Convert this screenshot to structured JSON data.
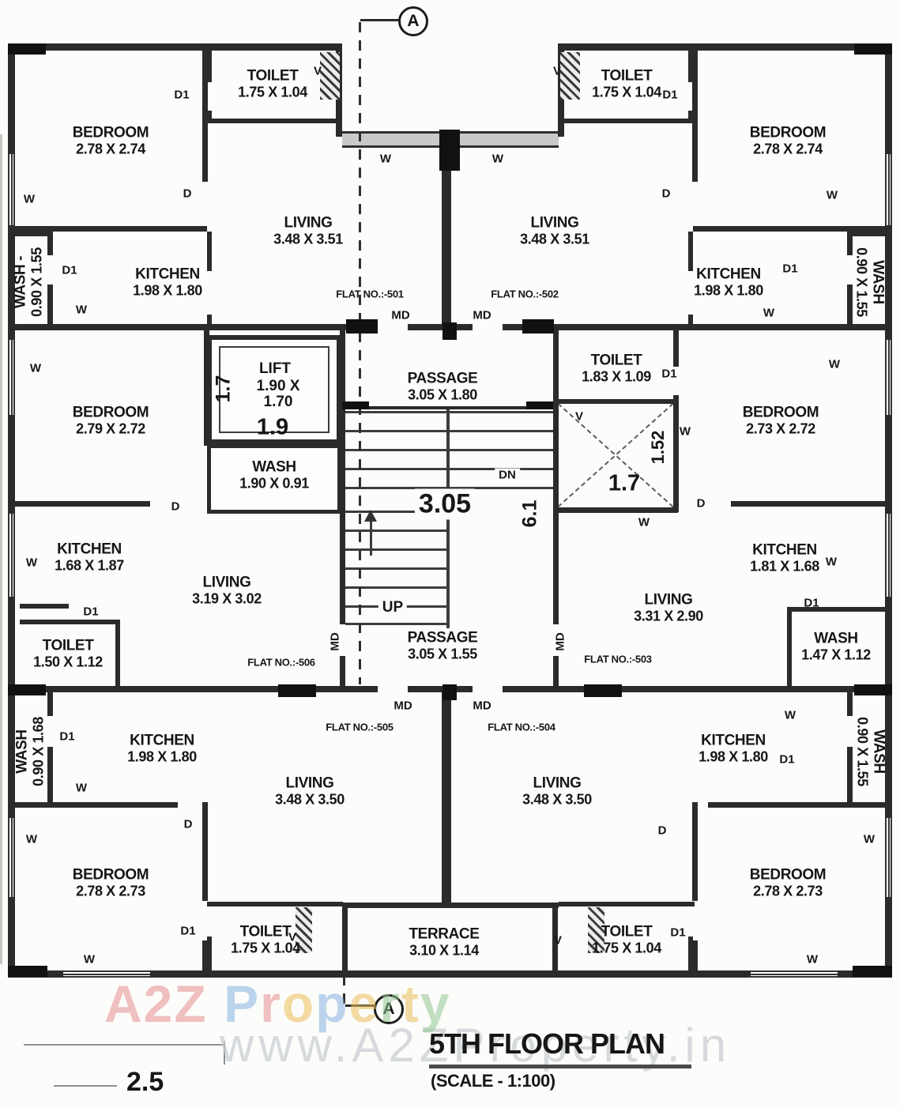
{
  "title_block": {
    "title": "5TH FLOOR PLAN",
    "scale": "(SCALE - 1:100)"
  },
  "section_marker": "A",
  "dimension_bottom_left": "2.5",
  "watermark": {
    "url": "www.A2ZProperty.in",
    "brand_letters": [
      {
        "ch": "A",
        "color": "#e78f8f"
      },
      {
        "ch": "2",
        "color": "#e78f8f"
      },
      {
        "ch": "Z",
        "color": "#e78f8f"
      },
      {
        "ch": " ",
        "color": "#ffffff"
      },
      {
        "ch": "P",
        "color": "#86b2e2"
      },
      {
        "ch": "r",
        "color": "#e78f8f"
      },
      {
        "ch": "o",
        "color": "#edc05c"
      },
      {
        "ch": "p",
        "color": "#86b2e2"
      },
      {
        "ch": "e",
        "color": "#edc05c"
      },
      {
        "ch": "r",
        "color": "#93c793"
      },
      {
        "ch": "t",
        "color": "#edc05c"
      },
      {
        "ch": "y",
        "color": "#93c793"
      }
    ]
  },
  "markers": {
    "window": "W",
    "door": "D",
    "door_alt": "D1",
    "vent": "V",
    "main_door": "MD"
  },
  "core": {
    "lift": {
      "name": "LIFT",
      "dim1": "1.90 X",
      "dim2": "1.70",
      "inner_width": "1.9",
      "inner_depth": "1.7"
    },
    "passage_upper": {
      "name": "PASSAGE",
      "dims": "3.05 X 1.80"
    },
    "passage_lower": {
      "name": "PASSAGE",
      "dims": "3.05 X 1.55"
    },
    "stairs": {
      "up": "UP",
      "dn": "DN",
      "width": "3.05",
      "depth": "6.1"
    },
    "shaft": {
      "width": "1.7",
      "height": "1.52"
    },
    "terrace": {
      "name": "TERRACE",
      "dims": "3.10 X 1.14"
    }
  },
  "flats": {
    "f501": {
      "no": "FLAT NO.:-501",
      "rooms": {
        "bedroom": {
          "name": "BEDROOM",
          "dims": "2.78 X 2.74"
        },
        "toilet": {
          "name": "TOILET",
          "dims": "1.75 X 1.04"
        },
        "living": {
          "name": "LIVING",
          "dims": "3.48 X 3.51"
        },
        "kitchen": {
          "name": "KITCHEN",
          "dims": "1.98 X 1.80"
        },
        "wash": {
          "name": "WASH -",
          "dims": "0.90 X 1.55"
        }
      }
    },
    "f502": {
      "no": "FLAT NO.:-502",
      "rooms": {
        "toilet": {
          "name": "TOILET",
          "dims": "1.75 X 1.04"
        },
        "bedroom": {
          "name": "BEDROOM",
          "dims": "2.78 X 2.74"
        },
        "living": {
          "name": "LIVING",
          "dims": "3.48 X 3.51"
        },
        "kitchen": {
          "name": "KITCHEN",
          "dims": "1.98 X 1.80"
        },
        "wash": {
          "name": "WASH",
          "dims": "0.90 X 1.55"
        }
      }
    },
    "f503": {
      "no": "FLAT NO.:-503",
      "rooms": {
        "toilet": {
          "name": "TOILET",
          "dims": "1.83 X 1.09"
        },
        "bedroom": {
          "name": "BEDROOM",
          "dims": "2.73 X 2.72"
        },
        "kitchen": {
          "name": "KITCHEN",
          "dims": "1.81 X 1.68"
        },
        "living": {
          "name": "LIVING",
          "dims": "3.31 X 2.90"
        },
        "wash": {
          "name": "WASH",
          "dims": "1.47 X 1.12"
        }
      }
    },
    "f504": {
      "no": "FLAT NO.:-504",
      "rooms": {
        "kitchen": {
          "name": "KITCHEN",
          "dims": "1.98 X 1.80"
        },
        "wash": {
          "name": "WASH",
          "dims": "0.90 X 1.55"
        },
        "living": {
          "name": "LIVING",
          "dims": "3.48 X 3.50"
        },
        "bedroom": {
          "name": "BEDROOM",
          "dims": "2.78 X 2.73"
        },
        "toilet": {
          "name": "TOILET",
          "dims": "1.75 X 1.04"
        }
      }
    },
    "f505": {
      "no": "FLAT NO.:-505",
      "rooms": {
        "wash": {
          "name": "WASH",
          "dims": "0.90 X 1.68"
        },
        "kitchen": {
          "name": "KITCHEN",
          "dims": "1.98 X 1.80"
        },
        "living": {
          "name": "LIVING",
          "dims": "3.48 X 3.50"
        },
        "bedroom": {
          "name": "BEDROOM",
          "dims": "2.78 X 2.73"
        },
        "toilet": {
          "name": "TOILET",
          "dims": "1.75 X 1.04"
        }
      }
    },
    "f506": {
      "no": "FLAT NO.:-506",
      "rooms": {
        "bedroom": {
          "name": "BEDROOM",
          "dims": "2.79 X 2.72"
        },
        "kitchen": {
          "name": "KITCHEN",
          "dims": "1.68 X 1.87"
        },
        "living": {
          "name": "LIVING",
          "dims": "3.19 X 3.02"
        },
        "toilet": {
          "name": "TOILET",
          "dims": "1.50 X 1.12"
        },
        "wash": {
          "name": "WASH",
          "dims": "1.90 X 0.91"
        }
      }
    }
  }
}
